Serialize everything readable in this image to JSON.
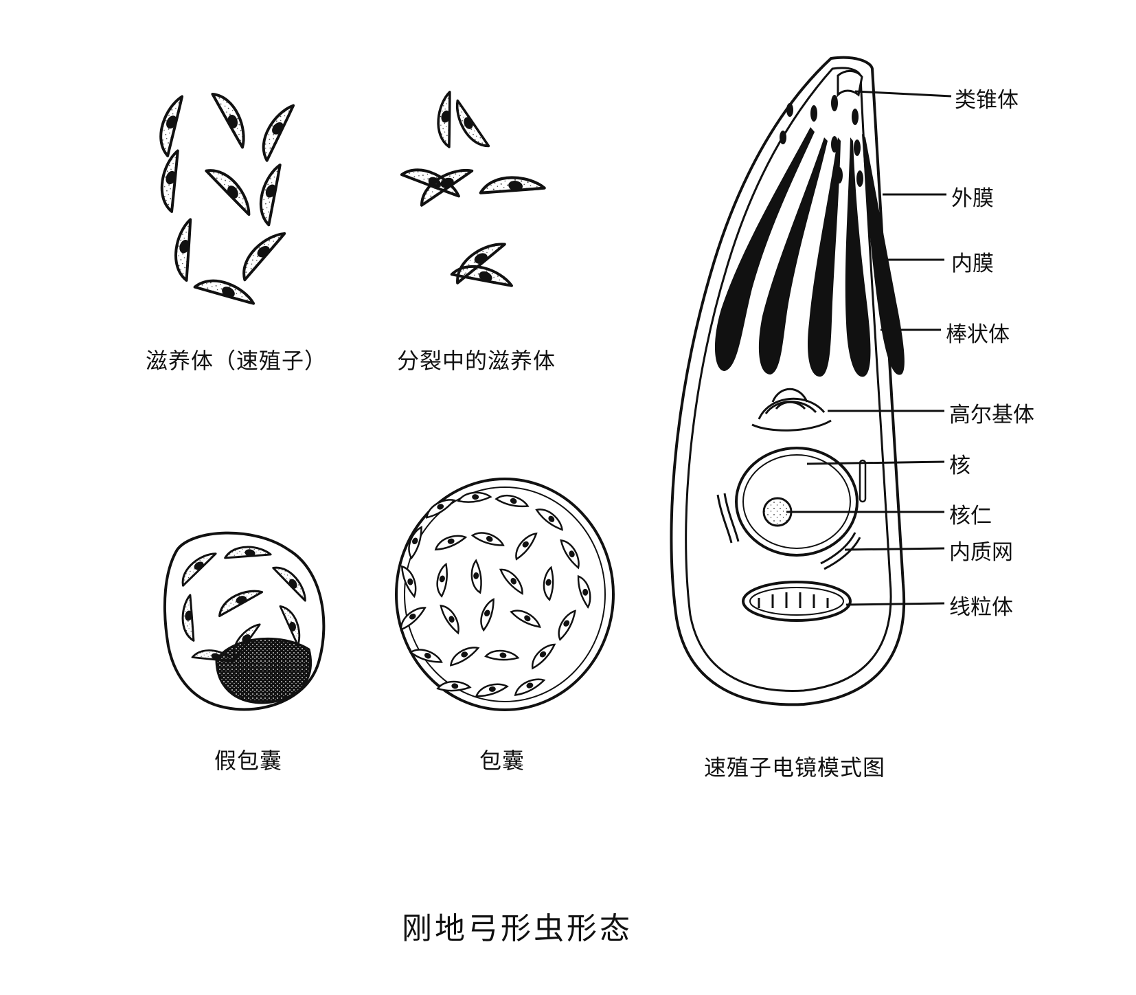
{
  "figure": {
    "title": "刚地弓形虫形态",
    "panels": {
      "trophozoite": "滋养体（速殖子）",
      "dividing": "分裂中的滋养体",
      "pseudocyst": "假包囊",
      "cyst": "包囊",
      "em_model": "速殖子电镜模式图"
    },
    "structures": [
      "类锥体",
      "外膜",
      "内膜",
      "棒状体",
      "高尔基体",
      "核",
      "核仁",
      "内质网",
      "线粒体"
    ]
  }
}
